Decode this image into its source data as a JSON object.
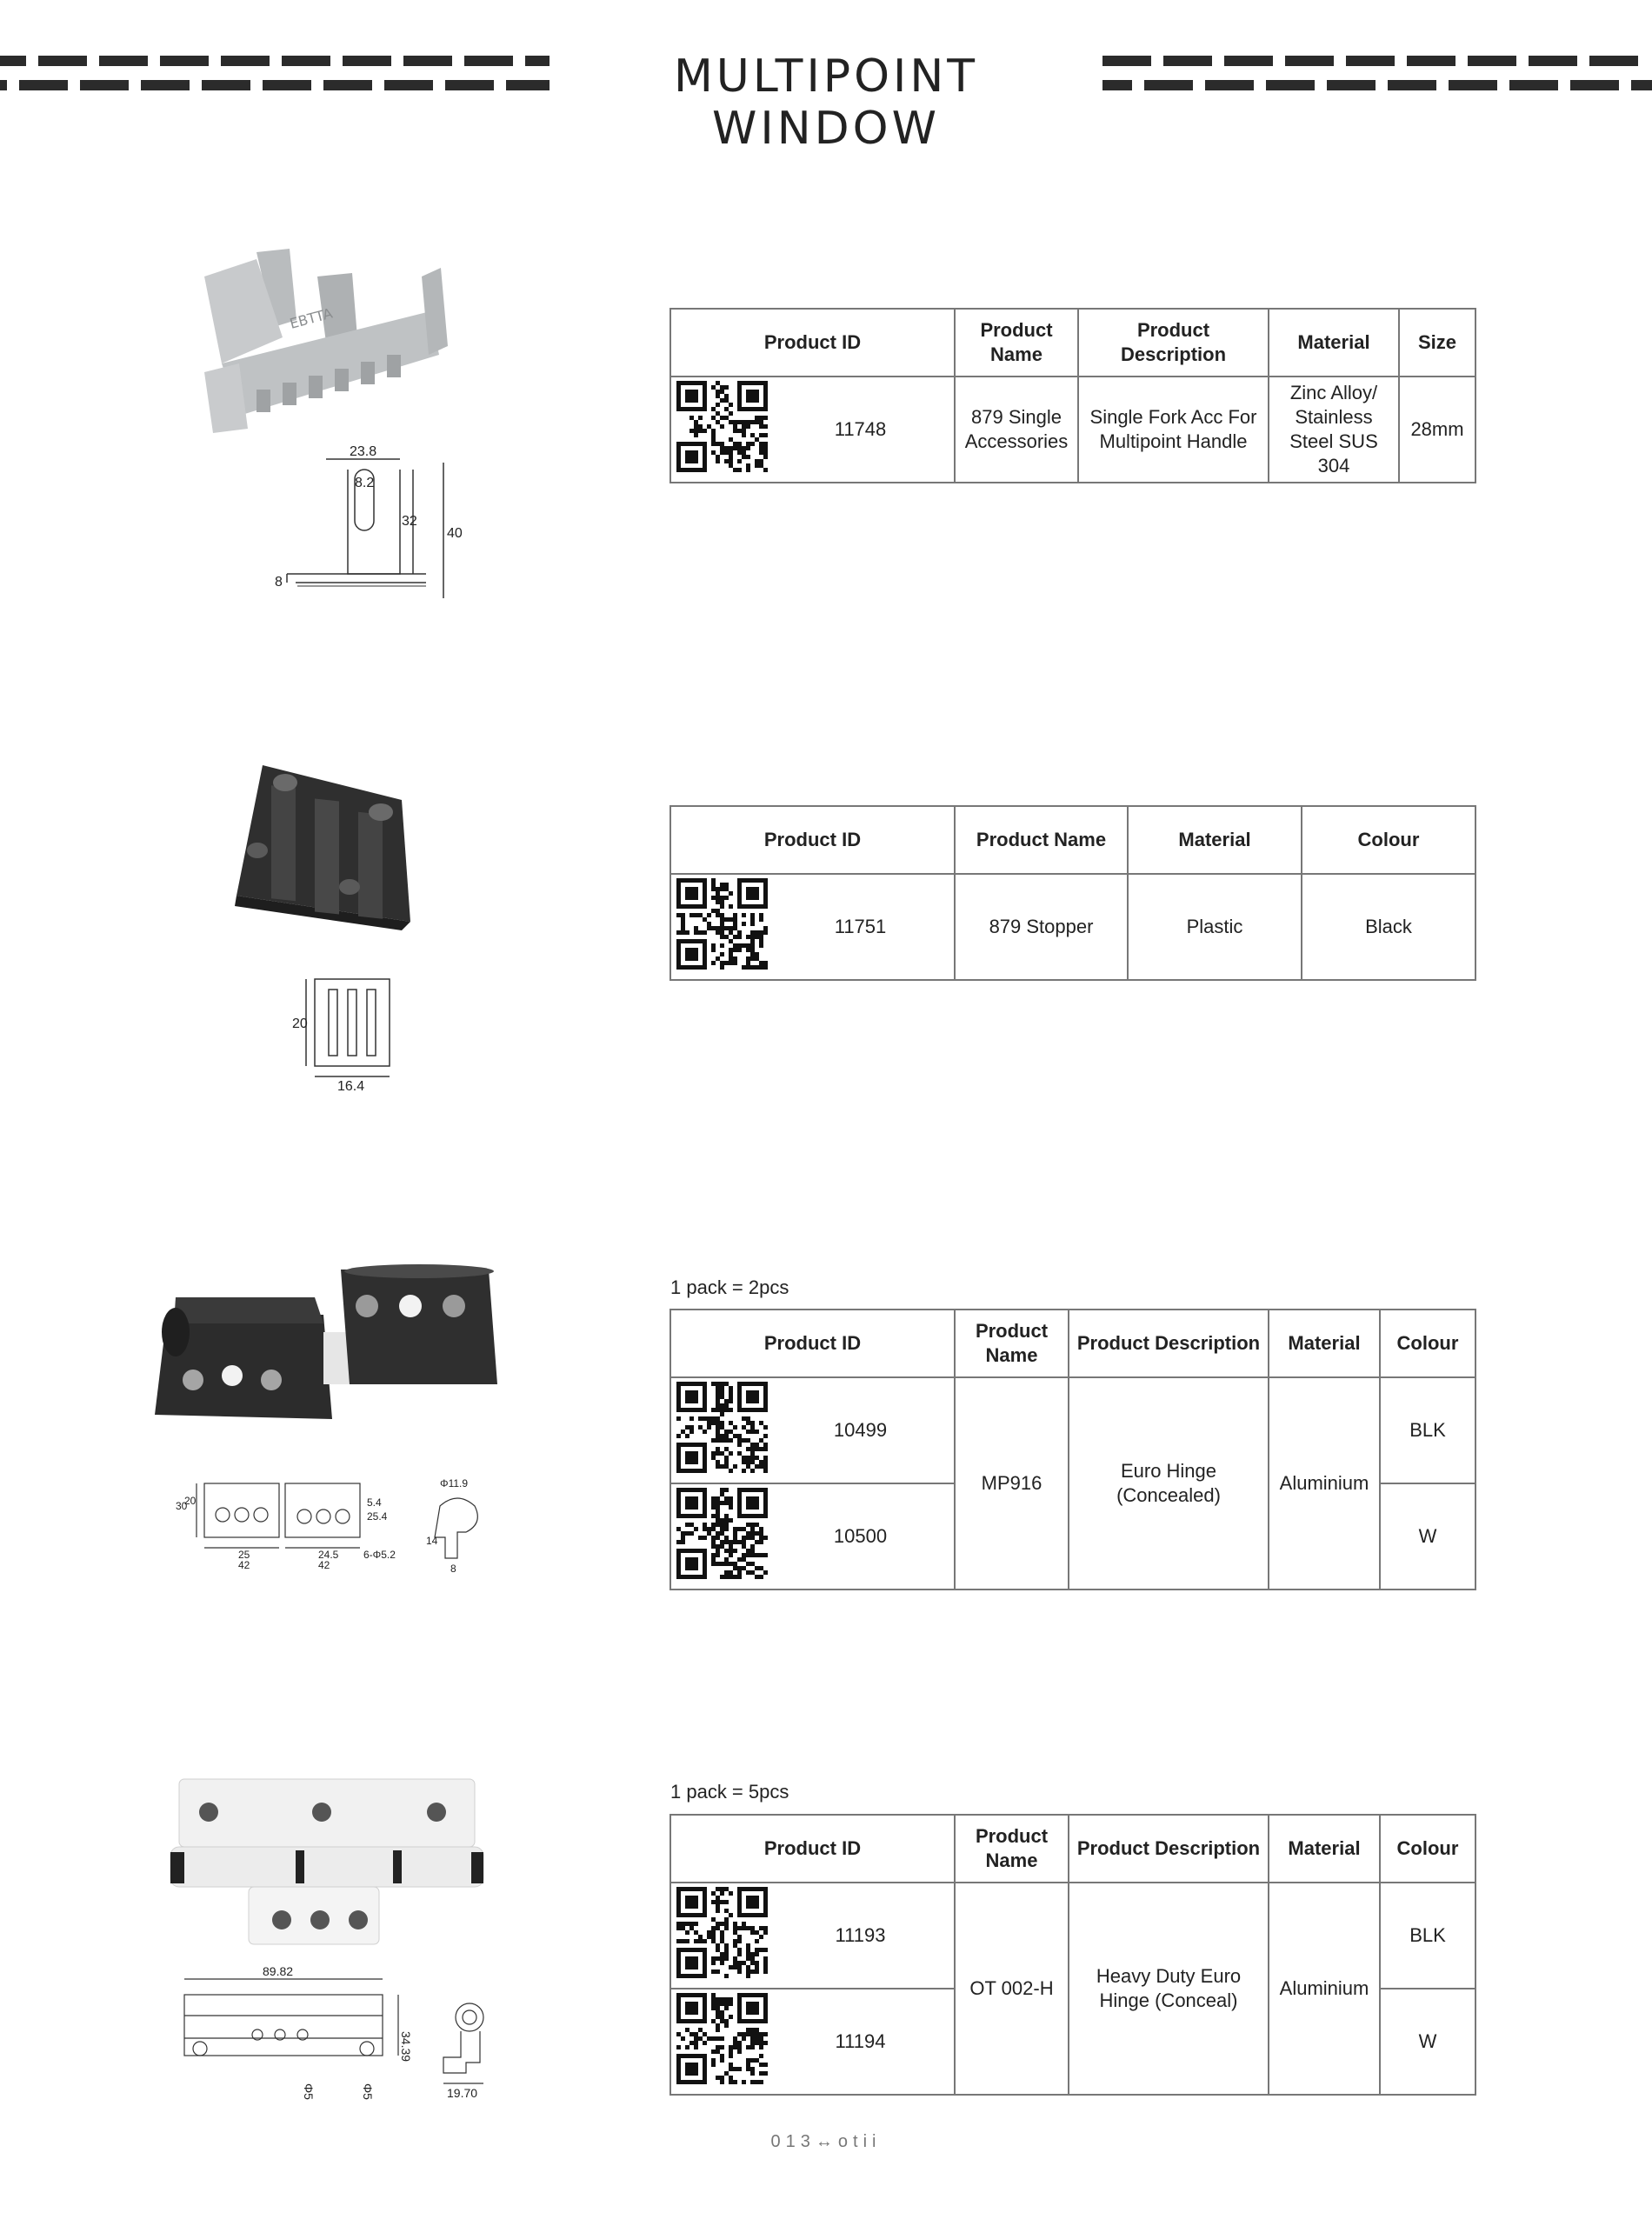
{
  "header": {
    "title": "MULTIPOINT WINDOW"
  },
  "products": [
    {
      "pack": "",
      "drawing_labels": [
        "23.8",
        "8.2",
        "32",
        "40",
        "8"
      ],
      "headers": [
        "Product ID",
        "Product Name",
        "Product Description",
        "Material",
        "Size"
      ],
      "rows": [
        {
          "id": "11748",
          "name": "879 Single Accessories",
          "description": "Single Fork Acc For Multipoint Handle",
          "material": "Zinc Alloy/ Stainless Steel SUS 304",
          "extra": "28mm"
        }
      ]
    },
    {
      "pack": "",
      "drawing_labels": [
        "20",
        "16.4"
      ],
      "headers": [
        "Product ID",
        "Product Name",
        "Material",
        "Colour"
      ],
      "rows": [
        {
          "id": "11751",
          "name": "879 Stopper",
          "material": "Plastic",
          "colour": "Black"
        }
      ]
    },
    {
      "pack": "1 pack = 2pcs",
      "drawing_labels": [
        "30",
        "20",
        "25",
        "42",
        "24.5",
        "42",
        "5.4",
        "25.4",
        "6-Φ5.2",
        "Φ11.9",
        "14",
        "8"
      ],
      "headers": [
        "Product ID",
        "Product Name",
        "Product Description",
        "Material",
        "Colour"
      ],
      "name": "MP916",
      "description": "Euro Hinge (Concealed)",
      "material": "Aluminium",
      "rows": [
        {
          "id": "10499",
          "colour": "BLK"
        },
        {
          "id": "10500",
          "colour": "W"
        }
      ]
    },
    {
      "pack": "1 pack = 5pcs",
      "drawing_labels": [
        "89.82",
        "34.39",
        "Φ5",
        "Φ5",
        "19.70"
      ],
      "headers": [
        "Product ID",
        "Product Name",
        "Product Description",
        "Material",
        "Colour"
      ],
      "name": "OT 002-H",
      "description": "Heavy Duty Euro Hinge (Conceal)",
      "material": "Aluminium",
      "rows": [
        {
          "id": "11193",
          "colour": "BLK"
        },
        {
          "id": "11194",
          "colour": "W"
        }
      ]
    }
  ],
  "footer": {
    "page": "013↔otii"
  },
  "colors": {
    "text": "#222222",
    "border": "#777777",
    "black_part": "#2b2b2b",
    "metal": "#c4c6c8"
  }
}
